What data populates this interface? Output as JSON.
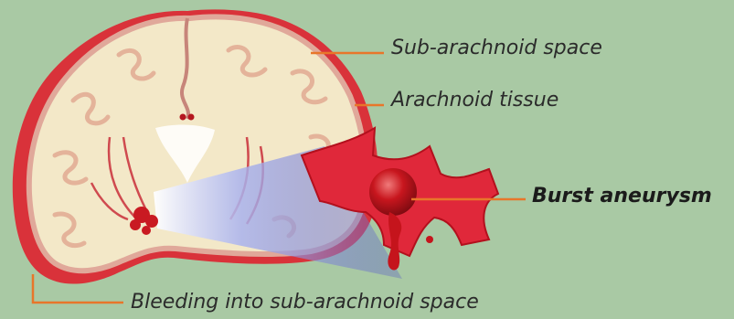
{
  "labels": {
    "subarachnoid": "Sub-arachnoid space",
    "arachnoid_tissue": "Arachnoid tissue",
    "burst_aneurysm": "Burst aneurysm",
    "bleeding": "Bleeding into sub-arachnoid space"
  },
  "colors": {
    "background": "#a9c9a4",
    "leader_line": "#e8762a",
    "blood": "#d4232e",
    "brain": "#f3e8c8",
    "cortex_outline": "#e0a89a"
  }
}
